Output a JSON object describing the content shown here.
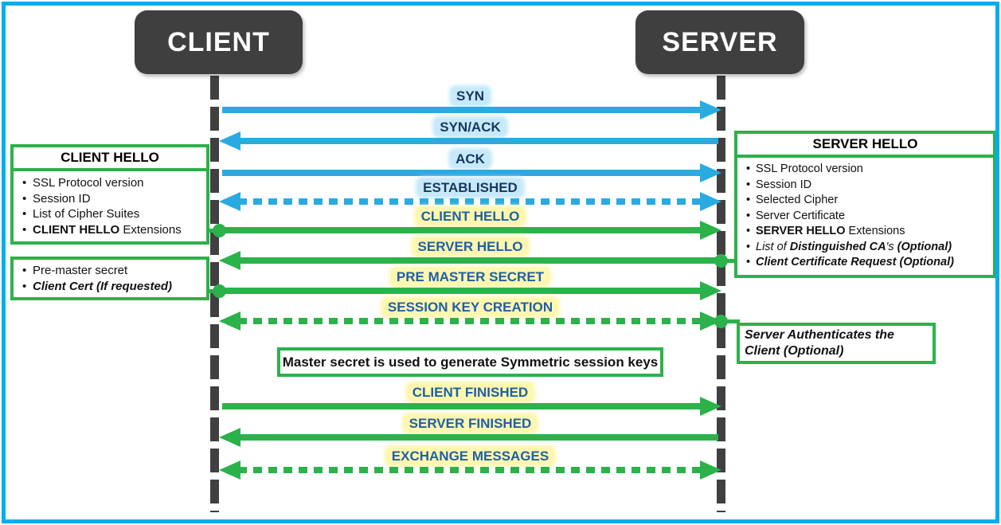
{
  "actors": {
    "client": "CLIENT",
    "server": "SERVER"
  },
  "colors": {
    "frame_border": "#00AEEF",
    "tcp_arrow": "#29ABE2",
    "ssl_arrow": "#2BB24A",
    "actor_box": "#3F3F3F",
    "tcp_label_text": "#17375E",
    "tcp_label_glow": "#C6EAFB",
    "ssl_label_text": "#1E5FA9",
    "ssl_label_glow": "#FFF7AE"
  },
  "messages": [
    {
      "label": "SYN",
      "phase": "tcp",
      "line": "solid",
      "from": "client",
      "to": "server",
      "direction": "right"
    },
    {
      "label": "SYN/ACK",
      "phase": "tcp",
      "line": "solid",
      "from": "server",
      "to": "client",
      "direction": "left"
    },
    {
      "label": "ACK",
      "phase": "tcp",
      "line": "solid",
      "from": "client",
      "to": "server",
      "direction": "right"
    },
    {
      "label": "ESTABLISHED",
      "phase": "tcp",
      "line": "dashed",
      "from": "both",
      "to": "both",
      "direction": "both"
    },
    {
      "label": "CLIENT HELLO",
      "phase": "ssl",
      "line": "solid",
      "from": "client",
      "to": "server",
      "direction": "right",
      "dot": "left"
    },
    {
      "label": "SERVER HELLO",
      "phase": "ssl",
      "line": "solid",
      "from": "server",
      "to": "client",
      "direction": "left",
      "dot": "right"
    },
    {
      "label": "PRE MASTER SECRET",
      "phase": "ssl",
      "line": "solid",
      "from": "client",
      "to": "server",
      "direction": "right",
      "dot": "left"
    },
    {
      "label": "SESSION KEY CREATION",
      "phase": "ssl",
      "line": "dashed",
      "from": "both",
      "to": "both",
      "direction": "both",
      "dot": "right"
    },
    {
      "label": "CLIENT FINISHED",
      "phase": "ssl",
      "line": "solid",
      "from": "client",
      "to": "server",
      "direction": "right"
    },
    {
      "label": "SERVER FINISHED",
      "phase": "ssl",
      "line": "solid",
      "from": "server",
      "to": "client",
      "direction": "left"
    },
    {
      "label": "EXCHANGE MESSAGES",
      "phase": "ssl",
      "line": "dashed",
      "from": "both",
      "to": "both",
      "direction": "both"
    }
  ],
  "client_hello_box": {
    "title": "CLIENT HELLO",
    "items": [
      {
        "text": "SSL Protocol version"
      },
      {
        "text": "Session ID"
      },
      {
        "text": "List of Cipher Suites"
      },
      {
        "bold": "CLIENT HELLO",
        "after": " Extensions"
      }
    ]
  },
  "server_hello_box": {
    "title": "SERVER HELLO",
    "items": [
      {
        "text": "SSL Protocol version"
      },
      {
        "text": "Session ID"
      },
      {
        "text": "Selected Cipher"
      },
      {
        "text": "Server Certificate"
      },
      {
        "bold": "SERVER HELLO",
        "after": " Extensions"
      },
      {
        "it": "List of ",
        "boldit": "Distinguished CA",
        "mid": "'s ",
        "boldit2": "(Optional)"
      },
      {
        "boldit": "Client Certificate Request (Optional)"
      }
    ]
  },
  "premaster_box": {
    "items": [
      {
        "text": "Pre-master secret"
      },
      {
        "boldit": "Client Cert (If requested)"
      }
    ]
  },
  "notes": {
    "master_secret": "Master secret is used to generate Symmetric session keys",
    "server_auth": "Server Authenticates the Client (Optional)"
  }
}
